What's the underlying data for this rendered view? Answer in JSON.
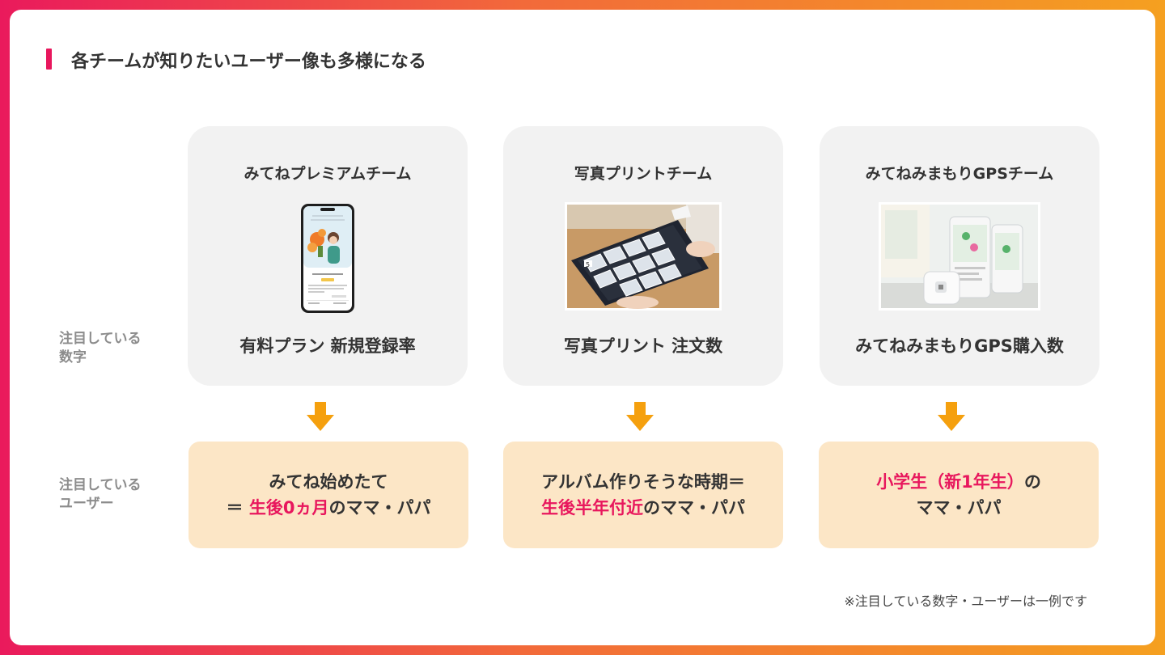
{
  "title": "各チームが知りたいユーザー像も多様になる",
  "row_labels": {
    "metric": [
      "注目している",
      "数字"
    ],
    "user": [
      "注目している",
      "ユーザー"
    ]
  },
  "cards": [
    {
      "team": "みてねプレミアムチーム",
      "metric": "有料プラン 新規登録率",
      "user_line1": [
        {
          "text": "みてね始めたて",
          "highlight": false
        }
      ],
      "user_line2": [
        {
          "text": "＝ ",
          "highlight": false
        },
        {
          "text": "生後0ヵ月",
          "highlight": true
        },
        {
          "text": "のママ・パパ",
          "highlight": false
        }
      ]
    },
    {
      "team": "写真プリントチーム",
      "metric": "写真プリント 注文数",
      "user_line1": [
        {
          "text": "アルバム作りそうな時期＝",
          "highlight": false
        }
      ],
      "user_line2": [
        {
          "text": "生後半年付近",
          "highlight": true
        },
        {
          "text": "のママ・パパ",
          "highlight": false
        }
      ]
    },
    {
      "team": "みてねみまもりGPSチーム",
      "metric": "みてねみまもりGPS購入数",
      "user_line1": [
        {
          "text": "小学生（新1年生）",
          "highlight": true
        },
        {
          "text": "の",
          "highlight": false
        }
      ],
      "user_line2": [
        {
          "text": "ママ・パパ",
          "highlight": false
        }
      ]
    }
  ],
  "footnote": "※注目している数字・ユーザーは一例です",
  "colors": {
    "accent": "#e8175d",
    "arrow": "#f5a00e",
    "card_bg": "#f2f2f2",
    "user_box_bg": "#fce6c6"
  }
}
